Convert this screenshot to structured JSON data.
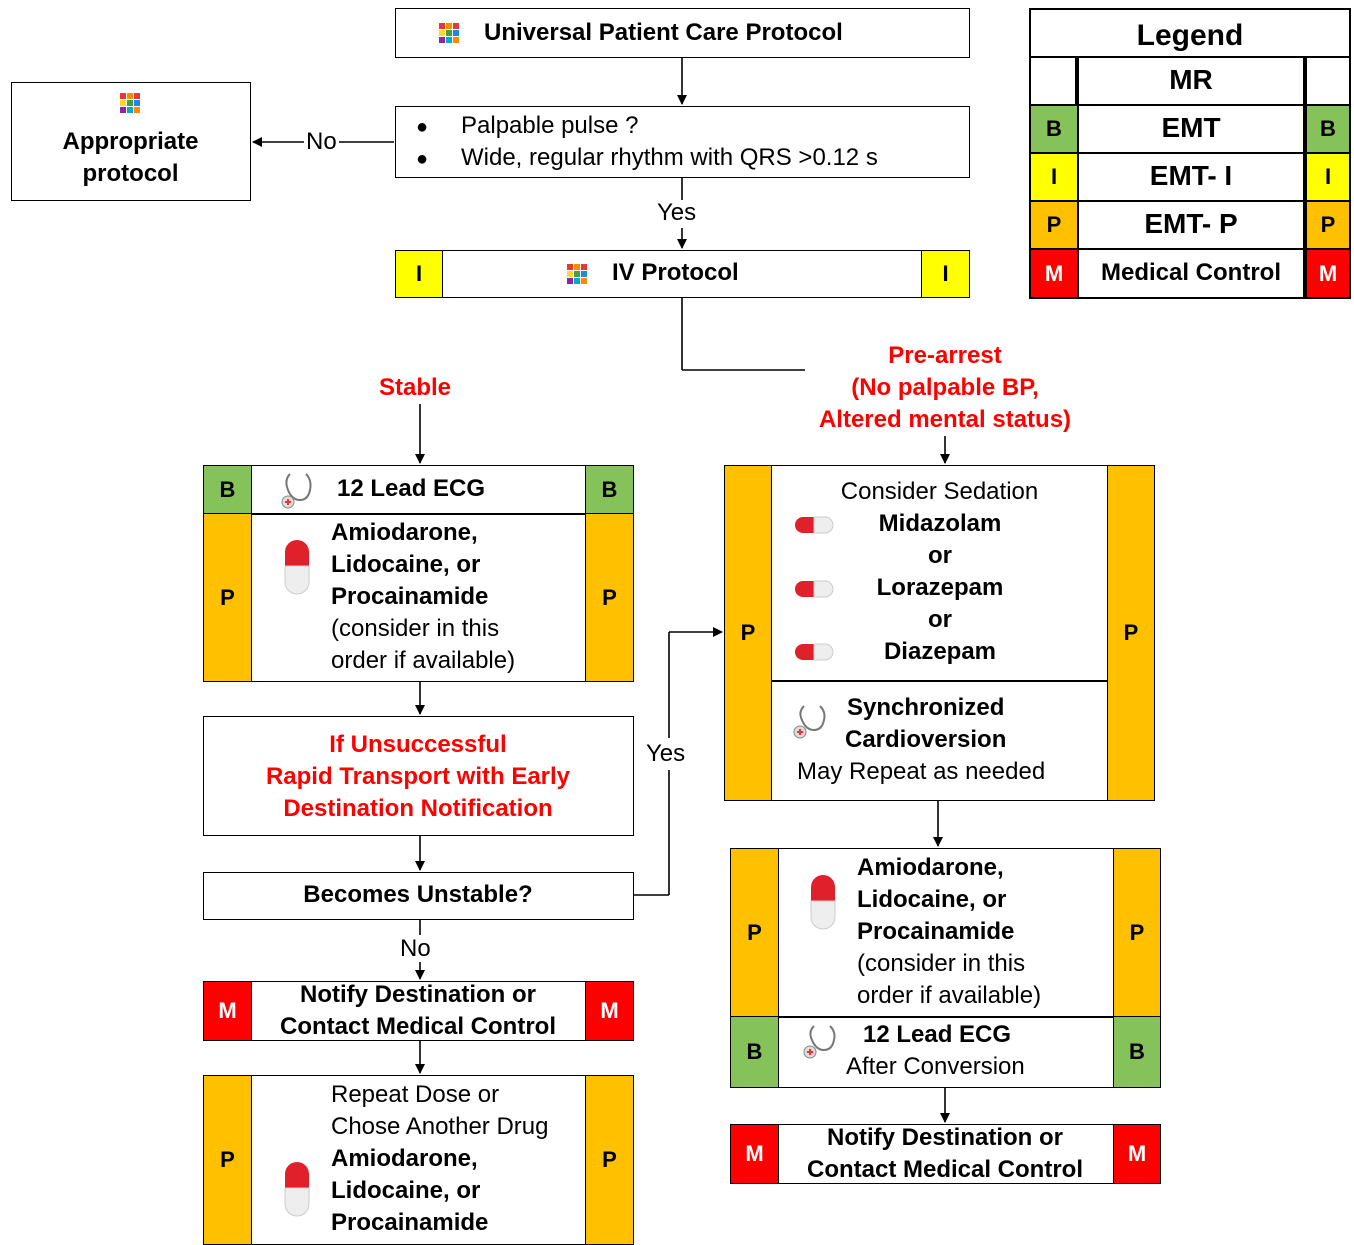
{
  "title": "Universal Patient Care Protocol",
  "appropriate": {
    "line1": "Appropriate",
    "line2": "protocol"
  },
  "criteria": {
    "item1": "Palpable pulse ?",
    "item2": "Wide, regular  rhythm with QRS >0.12 s"
  },
  "labels": {
    "no": "No",
    "yes": "Yes",
    "stable": "Stable",
    "prearrest1": "Pre-arrest",
    "prearrest2": "(No palpable BP,",
    "prearrest3": "Altered mental status)"
  },
  "iv": {
    "label": "IV Protocol",
    "level": "I"
  },
  "levels": {
    "B": "B",
    "I": "I",
    "P": "P",
    "M": "M"
  },
  "legend": {
    "title": "Legend",
    "rows": [
      {
        "label": "MR",
        "code": ""
      },
      {
        "label": "EMT",
        "code": "B"
      },
      {
        "label": "EMT- I",
        "code": "I"
      },
      {
        "label": "EMT- P",
        "code": "P"
      },
      {
        "label": "Medical Control",
        "code": "M"
      }
    ]
  },
  "stable": {
    "ecg": "12 Lead ECG",
    "drugs1": "Amiodarone,",
    "drugs2": "Lidocaine, or",
    "drugs3": "Procainamide",
    "note1": "(consider in this",
    "note2": "order if available)",
    "unsucc1": "If Unsuccessful",
    "unsucc2": "Rapid Transport with Early",
    "unsucc3": "Destination Notification",
    "unstable": "Becomes Unstable?",
    "notify1": "Notify Destination or",
    "notify2": "Contact Medical Control",
    "repeat1": "Repeat Dose or",
    "repeat2": "Chose Another Drug",
    "repeat3": "Amiodarone,",
    "repeat4": "Lidocaine, or",
    "repeat5": "Procainamide"
  },
  "prearrest": {
    "sedation": "Consider Sedation",
    "mid": "Midazolam",
    "or1": "or",
    "lor": "Lorazepam",
    "or2": "or",
    "dia": "Diazepam",
    "sync1": "Synchronized",
    "sync2": "Cardioversion",
    "sync3": "May Repeat as needed",
    "drugs1": "Amiodarone,",
    "drugs2": "Lidocaine, or",
    "drugs3": "Procainamide",
    "note1": "(consider in this",
    "note2": "order if available)",
    "ecg": "12 Lead ECG",
    "ecg2": "After Conversion",
    "notify1": "Notify Destination or",
    "notify2": "Contact Medical Control"
  },
  "colors": {
    "B": "#86c25a",
    "I": "#ffff00",
    "P": "#ffc000",
    "M": "#ff0000",
    "red_text": "#ff0000"
  },
  "icons": [
    "protocol-grid-icon",
    "stethoscope-icon",
    "capsule-icon"
  ]
}
